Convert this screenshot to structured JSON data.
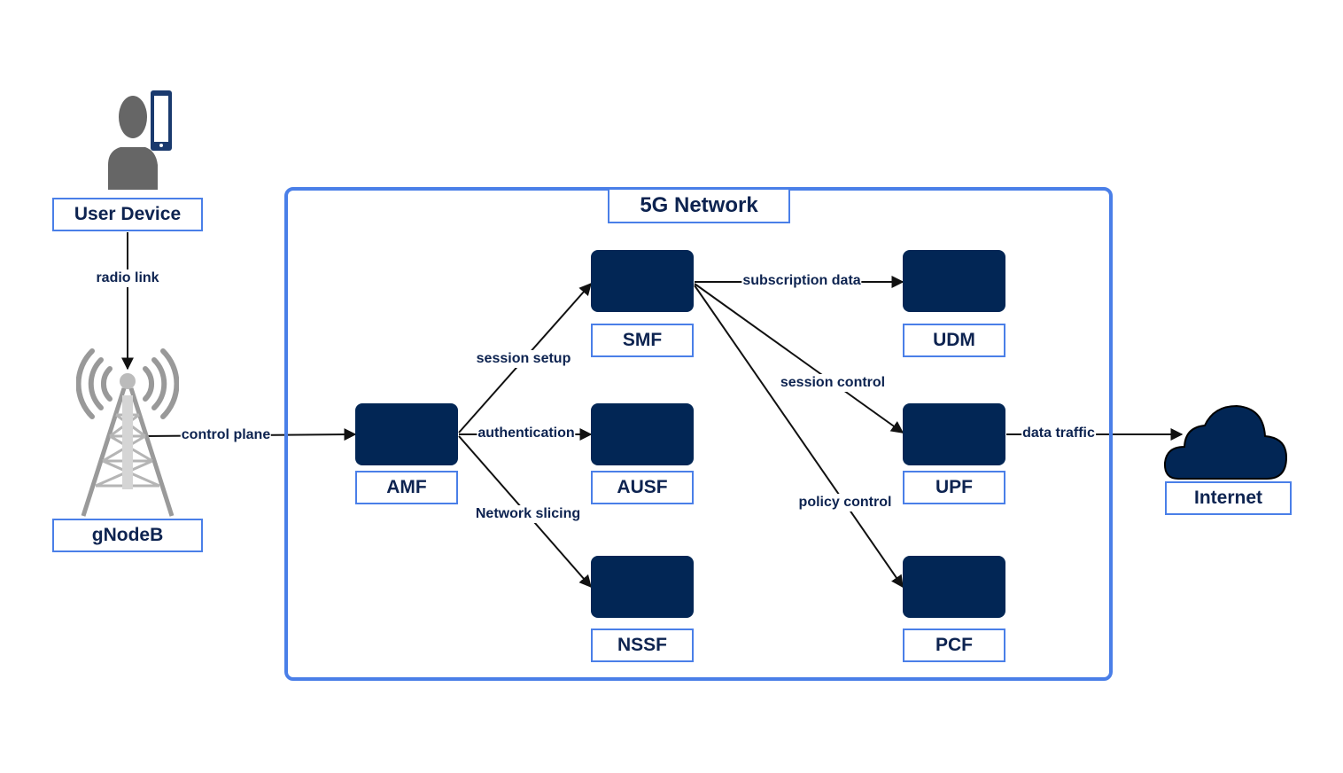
{
  "diagram": {
    "network_title": "5G Network",
    "external": {
      "user_device": "User Device",
      "gnodeb": "gNodeB",
      "internet": "Internet"
    },
    "functions": {
      "amf": "AMF",
      "smf": "SMF",
      "ausf": "AUSF",
      "nssf": "NSSF",
      "udm": "UDM",
      "upf": "UPF",
      "pcf": "PCF"
    },
    "edges": {
      "radio_link": "radio link",
      "control_plane": "control plane",
      "session_setup": "session setup",
      "authentication": "authentication",
      "network_slicing": "Network slicing",
      "subscription_data": "subscription data",
      "session_control": "session control",
      "policy_control": "policy control",
      "data_traffic": "data traffic"
    },
    "icons": [
      "person-with-phone-icon",
      "cell-tower-icon",
      "cloud-icon"
    ],
    "colors": {
      "node_fill": "#022655",
      "frame_border": "#4a7fe8",
      "text": "#0d2350",
      "person": "#666666"
    }
  }
}
